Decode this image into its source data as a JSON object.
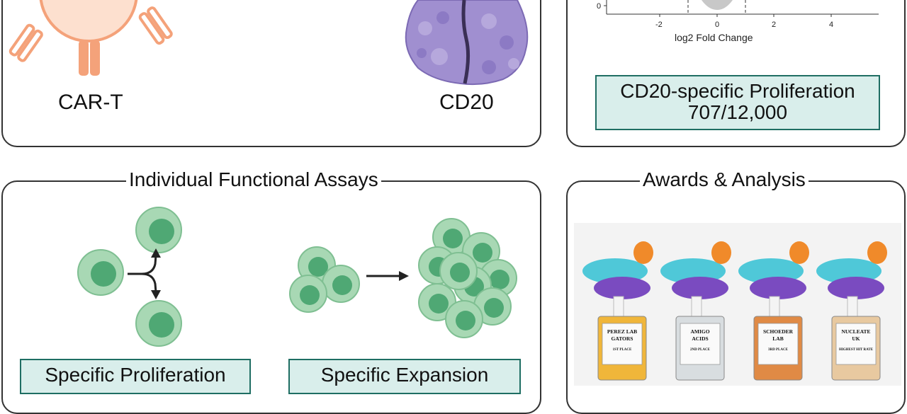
{
  "top_left": {
    "car_t_label": "CAR-T",
    "cd20_label": "CD20"
  },
  "top_right": {
    "axis_x_label": "log2 Fold Change",
    "x_ticks": [
      "-2",
      "0",
      "2",
      "4"
    ],
    "y_tick": "0",
    "summary_line1": "CD20-specific Proliferation",
    "summary_line2": "707/12,000"
  },
  "functional": {
    "title": "Individual Functional Assays",
    "proliferation_label": "Specific Proliferation",
    "expansion_label": "Specific Expansion"
  },
  "awards": {
    "title": "Awards & Analysis",
    "trophies": [
      {
        "line1": "PEREZ LAB",
        "line2": "GATORS",
        "place": "1ST PLACE",
        "color": "#f0b63a"
      },
      {
        "line1": "AMIGO",
        "line2": "ACIDS",
        "place": "2ND PLACE",
        "color": "#d8dde0"
      },
      {
        "line1": "SCHOEDER",
        "line2": "LAB",
        "place": "3RD PLACE",
        "color": "#e08a45"
      },
      {
        "line1": "NUCLEATE",
        "line2": "UK",
        "place": "HIGHEST HIT RATE",
        "color": "#e8c9a0"
      }
    ]
  },
  "colors": {
    "car_t_orange": "#f4a27a",
    "cd20_purple": "#a08fd0",
    "cell_green": "#a8d8b4",
    "cell_nucleus": "#4fa874",
    "teal_fill": "#d9eeeb",
    "teal_border": "#1f6e63"
  }
}
